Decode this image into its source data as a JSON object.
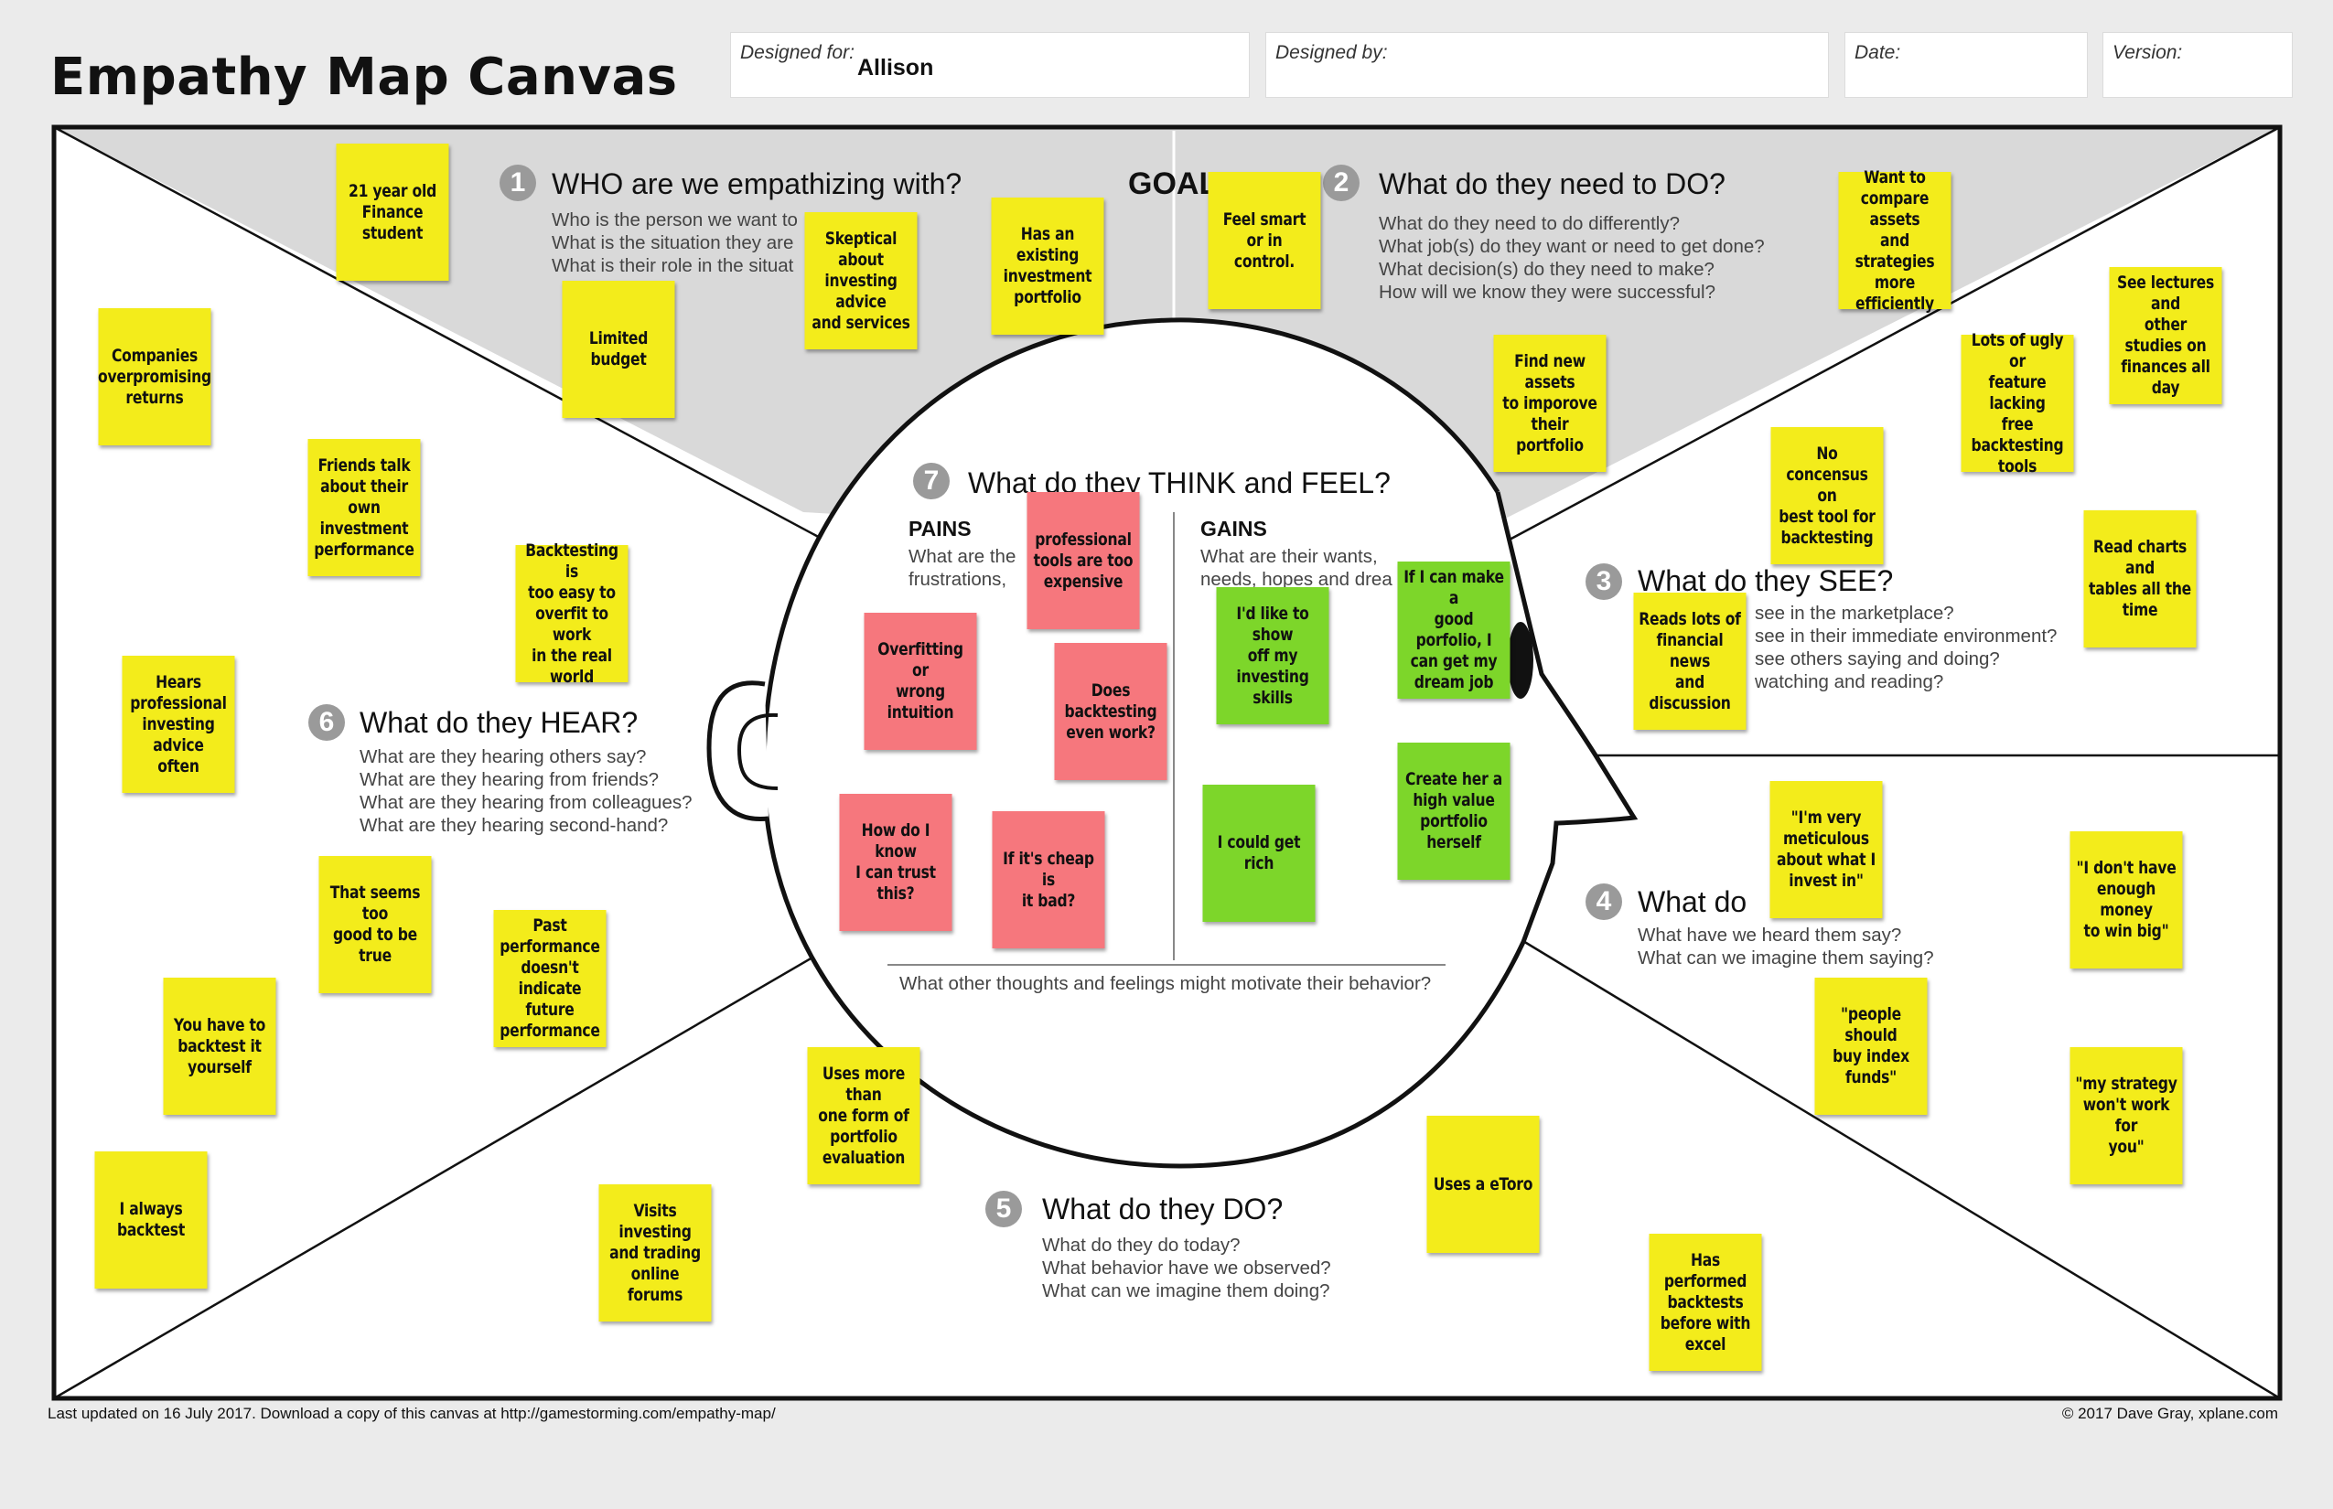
{
  "header": {
    "title": "Empathy Map Canvas",
    "designed_for_label": "Designed for:",
    "designed_for_value": "Allison",
    "designed_by_label": "Designed by:",
    "date_label": "Date:",
    "version_label": "Version:"
  },
  "goal_label": "GOAL",
  "sections": {
    "who": {
      "number": "1",
      "title": "WHO are we empathizing with?",
      "questions": [
        "Who is the person we want to",
        "What is the situation they are",
        "What is their role in the situat"
      ]
    },
    "need_do": {
      "number": "2",
      "title": "What do they need to DO?",
      "questions": [
        "What do they need to do differently?",
        "What job(s) do they want or need to get done?",
        "What decision(s) do they need to make?",
        "How will we know they were successful?"
      ]
    },
    "see": {
      "number": "3",
      "title": "What do they SEE?",
      "questions": [
        "see in the marketplace?",
        "see in their immediate environment?",
        "see others saying and doing?",
        "watching and reading?"
      ]
    },
    "say": {
      "number": "4",
      "title": "What do",
      "questions": [
        "What have we heard them say?",
        "What can we imagine them saying?"
      ]
    },
    "do": {
      "number": "5",
      "title": "What do they DO?",
      "questions": [
        "What do they do today?",
        "What behavior have we observed?",
        "What can we imagine them doing?"
      ]
    },
    "hear": {
      "number": "6",
      "title": "What do they HEAR?",
      "questions": [
        "What are they hearing others say?",
        "What are they hearing from friends?",
        "What are they hearing from colleagues?",
        "What are they hearing second-hand?"
      ]
    },
    "think_feel": {
      "number": "7",
      "title": "What do they THINK and FEEL?",
      "pains_label": "PAINS",
      "pains_questions": [
        "What are the",
        "frustrations,"
      ],
      "gains_label": "GAINS",
      "gains_questions": [
        "What are their wants,",
        "needs, hopes and drea"
      ],
      "bottom_question": "What other thoughts and feelings might motivate their behavior?"
    }
  },
  "notes": [
    {
      "id": "n1",
      "color": "yellow",
      "lines": [
        "21 year old",
        "Finance student"
      ]
    },
    {
      "id": "n2",
      "color": "yellow",
      "lines": [
        "Limited budget"
      ]
    },
    {
      "id": "n3",
      "color": "yellow",
      "lines": [
        "Skeptical about",
        "investing advice",
        "and services"
      ]
    },
    {
      "id": "n4",
      "color": "yellow",
      "lines": [
        "Has an existing",
        "investment",
        "portfolio"
      ]
    },
    {
      "id": "n5",
      "color": "yellow",
      "lines": [
        "Feel smart or in",
        "control."
      ]
    },
    {
      "id": "n6",
      "color": "yellow",
      "lines": [
        "Find new assets",
        "to imporove",
        "their portfolio"
      ]
    },
    {
      "id": "n7",
      "color": "yellow",
      "lines": [
        "Want to",
        "compare assets",
        "and strategies",
        "more efficiently"
      ]
    },
    {
      "id": "n8",
      "color": "yellow",
      "lines": [
        "See lectures and",
        "other studies on",
        "finances all day"
      ]
    },
    {
      "id": "n9",
      "color": "yellow",
      "lines": [
        "Lots of ugly or",
        "feature lacking",
        "free",
        "backtesting",
        "tools"
      ]
    },
    {
      "id": "n10",
      "color": "yellow",
      "lines": [
        "No concensus on",
        "best tool for",
        "backtesting"
      ]
    },
    {
      "id": "n11",
      "color": "yellow",
      "lines": [
        "Read charts and",
        "tables all the",
        "time"
      ]
    },
    {
      "id": "n12",
      "color": "yellow",
      "lines": [
        "Reads lots of",
        "financial news",
        "and discussion"
      ]
    },
    {
      "id": "n13",
      "color": "yellow",
      "lines": [
        "Companies",
        "overpromising",
        "returns"
      ]
    },
    {
      "id": "n14",
      "color": "yellow",
      "lines": [
        "Friends talk",
        "about their own",
        "investment",
        "performance"
      ]
    },
    {
      "id": "n15",
      "color": "yellow",
      "lines": [
        "Backtesting is",
        "too easy to",
        "overfit to work",
        "in the real world"
      ]
    },
    {
      "id": "n16",
      "color": "yellow",
      "lines": [
        "Hears",
        "professional",
        "investing advice",
        "often"
      ]
    },
    {
      "id": "n17",
      "color": "yellow",
      "lines": [
        "That seems too",
        "good to be true"
      ]
    },
    {
      "id": "n18",
      "color": "yellow",
      "lines": [
        "Past",
        "performance",
        "doesn't indicate",
        "future",
        "performance"
      ]
    },
    {
      "id": "n19",
      "color": "yellow",
      "lines": [
        "You have to",
        "backtest it",
        "yourself"
      ]
    },
    {
      "id": "n20",
      "color": "yellow",
      "lines": [
        "I always",
        "backtest"
      ]
    },
    {
      "id": "n21",
      "color": "yellow",
      "lines": [
        "Visits investing",
        "and trading",
        "online forums"
      ]
    },
    {
      "id": "n22",
      "color": "yellow",
      "lines": [
        "Uses more than",
        "one form of",
        "portfolio",
        "evaluation"
      ]
    },
    {
      "id": "n23",
      "color": "yellow",
      "lines": [
        "Uses a eToro"
      ]
    },
    {
      "id": "n24",
      "color": "yellow",
      "lines": [
        "Has performed",
        "backtests",
        "before with",
        "excel"
      ]
    },
    {
      "id": "n25",
      "color": "yellow",
      "lines": [
        "\"I'm very",
        "meticulous",
        "about what I",
        "invest in\""
      ]
    },
    {
      "id": "n26",
      "color": "yellow",
      "lines": [
        "\"I don't have",
        "enough money",
        "to win big\""
      ]
    },
    {
      "id": "n27",
      "color": "yellow",
      "lines": [
        "\"people should",
        "buy index funds\""
      ]
    },
    {
      "id": "n28",
      "color": "yellow",
      "lines": [
        "\"my strategy",
        "won't work for",
        "you\""
      ]
    },
    {
      "id": "n29",
      "color": "pink",
      "lines": [
        "professional",
        "tools are too",
        "expensive"
      ]
    },
    {
      "id": "n30",
      "color": "pink",
      "lines": [
        "Overfitting or",
        "wrong",
        "intuition"
      ]
    },
    {
      "id": "n31",
      "color": "pink",
      "lines": [
        "Does",
        "backtesting",
        "even work?"
      ]
    },
    {
      "id": "n32",
      "color": "pink",
      "lines": [
        "How do I know",
        "I can trust",
        "this?"
      ]
    },
    {
      "id": "n33",
      "color": "pink",
      "lines": [
        "If it's cheap is",
        "it bad?"
      ]
    },
    {
      "id": "n34",
      "color": "green",
      "lines": [
        "I'd like to show",
        "off my",
        "investing skills"
      ]
    },
    {
      "id": "n35",
      "color": "green",
      "lines": [
        "If I can make a",
        "good porfolio, I",
        "can get my",
        "dream job"
      ]
    },
    {
      "id": "n36",
      "color": "green",
      "lines": [
        "I could get rich"
      ]
    },
    {
      "id": "n37",
      "color": "green",
      "lines": [
        "Create her a",
        "high value",
        "portfolio",
        "herself"
      ]
    }
  ],
  "footer": {
    "left": "Last updated on 16 July 2017. Download a copy of this canvas at http://gamestorming.com/empathy-map/",
    "right": "© 2017 Dave Gray, xplane.com"
  },
  "colors": {
    "note_yellow": "#f3ec1b",
    "note_pink": "#f6777d",
    "note_green": "#7dd62a",
    "top_band": "#d9d9d9"
  }
}
